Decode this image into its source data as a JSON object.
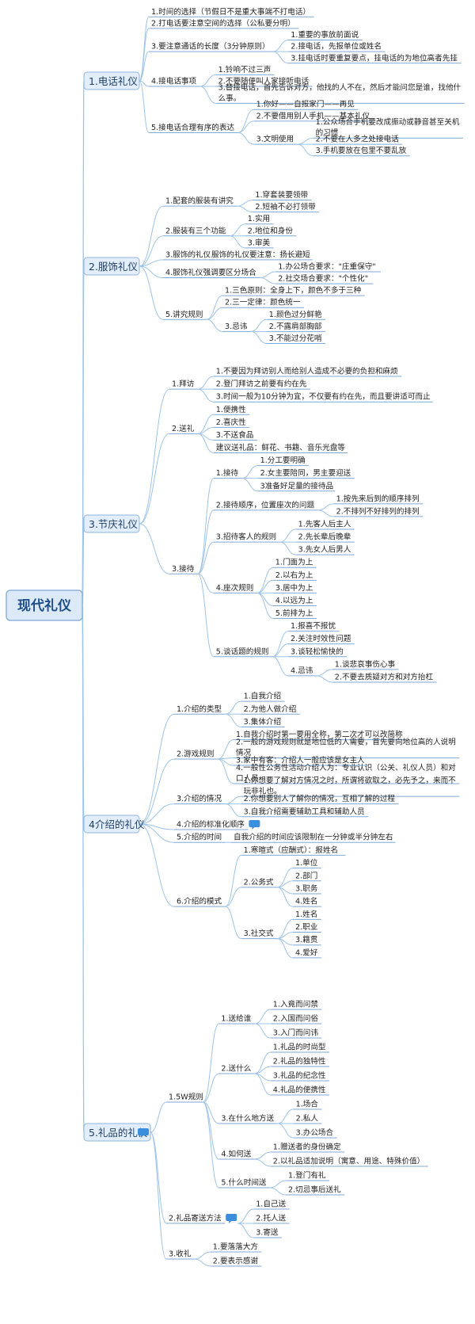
{
  "colors": {
    "line": "#9ec4e8",
    "underline": "#7fa9d6",
    "root_fill": "#dce9f7",
    "root_border": "#8fb4dc",
    "root_text": "#1d4f8a",
    "main_fill": "#e2eefb",
    "main_text": "#1f3f66",
    "note_icon": "#3b8ede"
  },
  "root": {
    "label": "现代礼仪",
    "children": [
      {
        "label": "1.电话礼仪",
        "children": [
          {
            "label": "1.时间的选择（节假日不是重大事端不打电话）"
          },
          {
            "label": "2.打电话要注意空间的选择（公私要分明）"
          },
          {
            "label": "3.要注意通话的长度（3分钟原则）",
            "children": [
              {
                "label": "1.重要的事放前面说"
              },
              {
                "label": "2.接电话，先报单位或姓名"
              },
              {
                "label": "3.挂电话时要重复要点，挂电话的为地位高者先挂"
              }
            ]
          },
          {
            "label": "4.接电话事项",
            "children": [
              {
                "label": "1.铃响不过三声"
              },
              {
                "label": "2.不要随便叫人家接听电话"
              },
              {
                "label": "3.替接电话，首先告诉对方，他找的人不在，然后才能问您是谁，找他什么事。"
              }
            ]
          },
          {
            "label": "5.接电话合理有序的表达",
            "children": [
              {
                "label": "1.你好——自报家门——再见"
              },
              {
                "label": "2.不要借用别人手机——基本礼仪"
              },
              {
                "label": "3.文明使用",
                "children": [
                  {
                    "label": "1.公众场合手机要改成振动或静音甚至关机的习惯"
                  },
                  {
                    "label": "2.不要在人多之处接电话"
                  },
                  {
                    "label": "3.手机要放在包里不要乱放"
                  }
                ]
              }
            ]
          }
        ]
      },
      {
        "label": "2.服饰礼仪",
        "children": [
          {
            "label": "1.配套的服装有讲究",
            "children": [
              {
                "label": "1.穿套装要领带"
              },
              {
                "label": "2.短袖不必打领带"
              }
            ]
          },
          {
            "label": "2.服装有三个功能",
            "children": [
              {
                "label": "1.实用"
              },
              {
                "label": "2.地位和身份"
              },
              {
                "label": "3.审美"
              }
            ]
          },
          {
            "label": "3.服饰的礼仪",
            "children": [
              {
                "label": "服饰的礼仪要注意：扬长避短"
              }
            ]
          },
          {
            "label": "4.服饰礼仪强调要区分场合",
            "children": [
              {
                "label": "1.办公场合要求：\"庄重保守\""
              },
              {
                "label": "2.社交场合要求：\"个性化\""
              }
            ]
          },
          {
            "label": "5.讲究规则",
            "children": [
              {
                "label": "1.三色原则：全身上下，颜色不多于三种"
              },
              {
                "label": "2.三一定律：颜色统一"
              },
              {
                "label": "3.忌讳",
                "children": [
                  {
                    "label": "1.颜色过分鲜艳"
                  },
                  {
                    "label": "2.不露肩部胸部"
                  },
                  {
                    "label": "3.不能过分花哨"
                  }
                ]
              }
            ]
          }
        ]
      },
      {
        "label": "3.节庆礼仪",
        "children": [
          {
            "label": "1.拜访",
            "children": [
              {
                "label": "1.不要因为拜访别人而给别人造成不必要的负担和麻烦"
              },
              {
                "label": "2.登门拜访之前要有约在先"
              },
              {
                "label": "3.时间一般为10分钟为宜，不仅要有约在先，而且要讲适可而止"
              }
            ]
          },
          {
            "label": "2.送礼",
            "children": [
              {
                "label": "1.便携性"
              },
              {
                "label": "2.喜庆性"
              },
              {
                "label": "3.不送食品"
              },
              {
                "label": "建议送礼品：鲜花、书籍、音乐光盘等"
              }
            ]
          },
          {
            "label": "3.接待",
            "children": [
              {
                "label": "1.接待",
                "children": [
                  {
                    "label": "1.分工要明确"
                  },
                  {
                    "label": "2.女主要陪同，男主要迎送"
                  },
                  {
                    "label": "3准备好足量的接待品"
                  }
                ]
              },
              {
                "label": "2.接待顺序，位置座次的问题",
                "children": [
                  {
                    "label": "1.按先来后到的顺序排列"
                  },
                  {
                    "label": "2.不排列不好排列的排列"
                  }
                ]
              },
              {
                "label": "3.招待客人的规则",
                "children": [
                  {
                    "label": "1.先客人后主人"
                  },
                  {
                    "label": "2.先长辈后晚辈"
                  },
                  {
                    "label": "3.先女人后男人"
                  }
                ]
              },
              {
                "label": "4.座次规则",
                "children": [
                  {
                    "label": "1.门面为上"
                  },
                  {
                    "label": "2.以右为上"
                  },
                  {
                    "label": "3.居中为上"
                  },
                  {
                    "label": "4.以远为上"
                  },
                  {
                    "label": "5.前排为上"
                  }
                ]
              },
              {
                "label": "5.谈话题的规则",
                "children": [
                  {
                    "label": "1.报喜不报忧"
                  },
                  {
                    "label": "2.关注时效性问题"
                  },
                  {
                    "label": "3.谈轻松愉快的"
                  },
                  {
                    "label": "4.忌讳",
                    "children": [
                      {
                        "label": "1.谈悲哀事伤心事"
                      },
                      {
                        "label": "2.不要去质疑对方和对方抬杠"
                      }
                    ]
                  }
                ]
              }
            ]
          }
        ]
      },
      {
        "label": "4介绍的礼仪",
        "children": [
          {
            "label": "1.介绍的类型",
            "children": [
              {
                "label": "1.自我介绍"
              },
              {
                "label": "2.为他人做介绍"
              },
              {
                "label": "3.集体介绍"
              }
            ]
          },
          {
            "label": "2.游戏规则",
            "children": [
              {
                "label": "1.自我介绍时第一要用全称，第二次才可以改简称"
              },
              {
                "label": "2.一般的游戏规则就是地位低的人需要，首先要向地位高的人说明情况"
              },
              {
                "label": "3.家中有客：介绍人一般应该是女主人"
              },
              {
                "label": "4.一般性公务性活动介绍人为：专业认识（公关、礼仪人员）和对口人员"
              }
            ]
          },
          {
            "label": "3.介绍的情况",
            "children": [
              {
                "label": "1.你想要了解对方情况之时，所谓将欲取之，必先予之，来而不玩非礼也。"
              },
              {
                "label": "2.你想要别人了解你的情况，互相了解的过程"
              },
              {
                "label": "3.自我介绍需要辅助工具和辅助人员"
              }
            ]
          },
          {
            "label": "4.介绍的标准化顺序",
            "note": true
          },
          {
            "label": "5.介绍的时间",
            "children": [
              {
                "label": "自我介绍的时间应该限制在一分钟或半分钟左右"
              }
            ]
          },
          {
            "label": "6.介绍的模式",
            "children": [
              {
                "label": "1.寒暄式（应酬式）：报姓名"
              },
              {
                "label": "2.公务式",
                "children": [
                  {
                    "label": "1.单位"
                  },
                  {
                    "label": "2.部门"
                  },
                  {
                    "label": "3.职务"
                  },
                  {
                    "label": "4.姓名"
                  }
                ]
              },
              {
                "label": "3.社交式",
                "children": [
                  {
                    "label": "1.姓名"
                  },
                  {
                    "label": "2.职业"
                  },
                  {
                    "label": "3.籍贯"
                  },
                  {
                    "label": "4.爱好"
                  }
                ]
              }
            ]
          }
        ]
      },
      {
        "label": "5.礼品的礼仪",
        "note": true,
        "children": [
          {
            "label": "1.5W规则",
            "children": [
              {
                "label": "1.送给谁",
                "children": [
                  {
                    "label": "1.入竟而问禁"
                  },
                  {
                    "label": "2.入国而问俗"
                  },
                  {
                    "label": "3.入门而问讳"
                  }
                ]
              },
              {
                "label": "2.送什么",
                "children": [
                  {
                    "label": "1.礼品的时尚型"
                  },
                  {
                    "label": "2.礼品的独特性"
                  },
                  {
                    "label": "3.礼品的纪念性"
                  },
                  {
                    "label": "4.礼品的便携性"
                  }
                ]
              },
              {
                "label": "3.在什么地方送",
                "children": [
                  {
                    "label": "1.场合"
                  },
                  {
                    "label": "2.私人"
                  },
                  {
                    "label": "3.办公场合"
                  }
                ]
              },
              {
                "label": "4.如何送",
                "children": [
                  {
                    "label": "1.赠送者的身份确定"
                  },
                  {
                    "label": "2.以礼品适加说明（寓意、用途、特殊价值）"
                  }
                ]
              },
              {
                "label": "5.什么时间送",
                "children": [
                  {
                    "label": "1.登门有礼"
                  },
                  {
                    "label": "2.切忌事后送礼"
                  }
                ]
              }
            ]
          },
          {
            "label": "2.礼品寄送方法",
            "note": true,
            "children": [
              {
                "label": "1.自己送"
              },
              {
                "label": "2.托人送"
              },
              {
                "label": "3.寄送"
              }
            ]
          },
          {
            "label": "3.收礼",
            "children": [
              {
                "label": "1.要落落大方"
              },
              {
                "label": "2.要表示感谢"
              }
            ]
          }
        ]
      }
    ]
  }
}
